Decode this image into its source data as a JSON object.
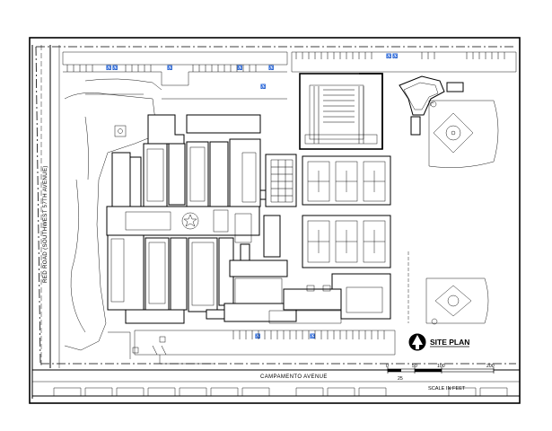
{
  "plan": {
    "road_west": "RED ROAD (SOUTHWEST 57TH AVENUE)",
    "road_south": "CAMPAMENTO AVENUE",
    "title": "SITE PLAN",
    "scale": {
      "ticks": [
        "0",
        "50",
        "100",
        "200"
      ],
      "sub_tick": "25",
      "caption": "SCALE IN FEET"
    },
    "north_icon": "north-arrow-icon"
  }
}
